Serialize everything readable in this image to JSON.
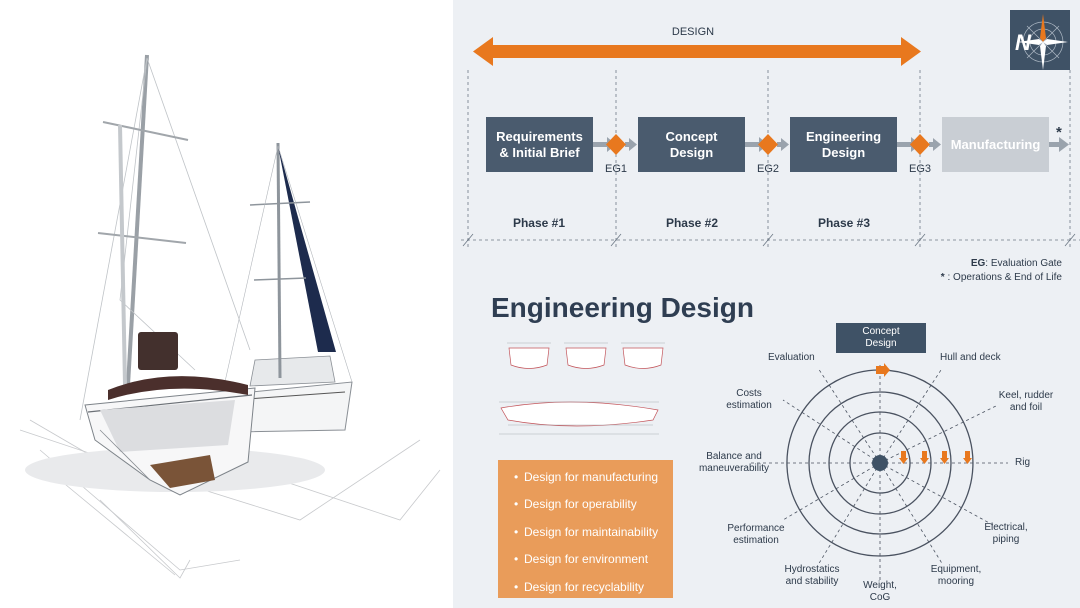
{
  "timeline": {
    "design_label": "DESIGN",
    "stages": [
      {
        "label": "Requirements\n& Initial Brief",
        "color": "#4a5b6e"
      },
      {
        "label": "Concept\nDesign",
        "color": "#4a5b6e"
      },
      {
        "label": "Engineering\nDesign",
        "color": "#4a5b6e"
      },
      {
        "label": "Manufacturing",
        "color": "#c9ced4"
      }
    ],
    "gates": [
      "EG1",
      "EG2",
      "EG3"
    ],
    "end_marker": "*",
    "phases": [
      "Phase #1",
      "Phase #2",
      "Phase #3"
    ]
  },
  "legend": {
    "eg_abbr": "EG",
    "eg_text": ": Evaluation Gate",
    "star": "*",
    "star_text": " : Operations & End of Life"
  },
  "engineering": {
    "title": "Engineering Design",
    "design_for": [
      "Design for manufacturing",
      "Design for operability",
      "Design for maintainability",
      "Design for environment",
      "Design for recyclability"
    ]
  },
  "spiral": {
    "center_label": "Concept\nDesign",
    "spokes": [
      "Hull and deck",
      "Keel, rudder\nand foil",
      "Rig",
      "Electrical,\npiping",
      "Equipment,\nmooring",
      "Weight,\nCoG",
      "Hydrostatics\nand stability",
      "Performance\nestimation",
      "Balance and\nmaneuverability",
      "Costs\nestimation",
      "Evaluation"
    ]
  },
  "colors": {
    "accent_orange": "#e8781e",
    "navy": "#3f5266",
    "panel_bg": "#edf0f4",
    "list_bg": "#e99c5a"
  },
  "icons": {
    "logo": "compass-rose-logo-icon",
    "illustration": "sailboats-illustration"
  }
}
